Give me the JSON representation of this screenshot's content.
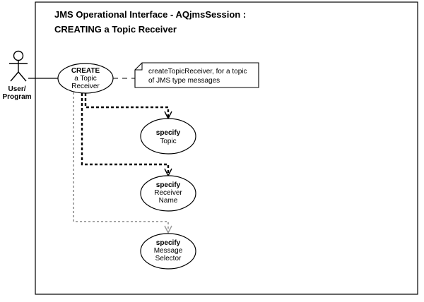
{
  "title": {
    "line1": "JMS Operational Interface  - AQjmsSession  :",
    "line2": "CREATING a Topic Receiver"
  },
  "actor": {
    "line1": "User/",
    "line2": "Program"
  },
  "main_use_case": {
    "line1": "CREATE",
    "line2": "a Topic",
    "line3": "Receiver"
  },
  "note": {
    "line1": "createTopicReceiver, for a topic",
    "line2": "of JMS type messages"
  },
  "sub_use_cases": [
    {
      "line1": "specify",
      "line2": "Topic",
      "line3": ""
    },
    {
      "line1": "specify",
      "line2": "Receiver",
      "line3": "Name"
    },
    {
      "line1": "specify",
      "line2": "Message",
      "line3": "Selector"
    }
  ],
  "colors": {
    "stroke": "#000000",
    "optional_link": "#9a9a9a",
    "background": "#ffffff"
  }
}
